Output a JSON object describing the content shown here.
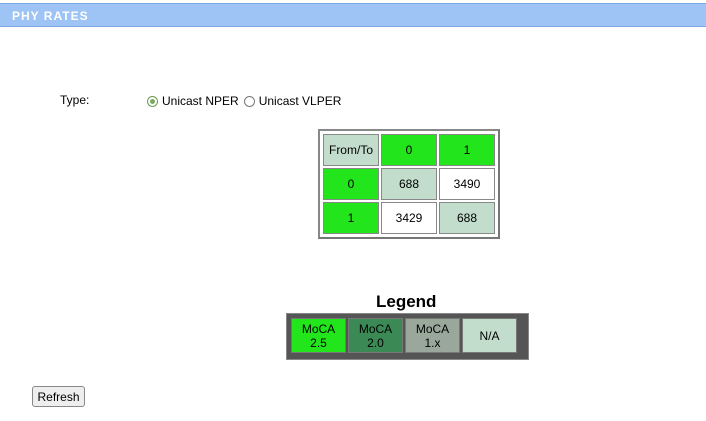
{
  "header": {
    "title": "PHY RATES"
  },
  "type_selector": {
    "label": "Type:",
    "options": [
      {
        "label": "Unicast NPER",
        "checked": true
      },
      {
        "label": "Unicast VLPER",
        "checked": false
      }
    ]
  },
  "matrix": {
    "corner_label": "From/To",
    "column_headers": [
      "0",
      "1"
    ],
    "rows": [
      {
        "header": "0",
        "cells": [
          "688",
          "3490"
        ]
      },
      {
        "header": "1",
        "cells": [
          "3429",
          "688"
        ]
      }
    ]
  },
  "legend": {
    "title": "Legend",
    "items": [
      {
        "line1": "MoCA",
        "line2": "2.5",
        "color": "#22e51c"
      },
      {
        "line1": "MoCA",
        "line2": "2.0",
        "color": "#3b8a56"
      },
      {
        "line1": "MoCA",
        "line2": "1.x",
        "color": "#9aa89c"
      },
      {
        "line1": "N/A",
        "line2": "",
        "color": "#c3ddcc"
      }
    ]
  },
  "refresh_button": {
    "label": "Refresh"
  }
}
